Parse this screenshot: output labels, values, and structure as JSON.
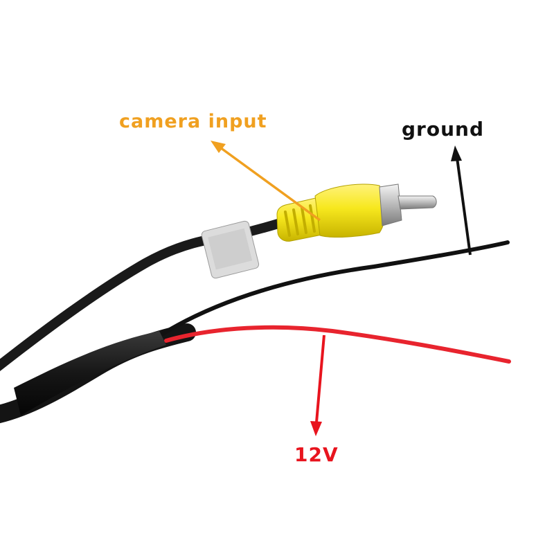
{
  "labels": {
    "camera_input": "camera input",
    "ground": "ground",
    "power": "12V"
  },
  "colors": {
    "camera_input": "#f0a020",
    "ground": "#111111",
    "power": "#e8141e",
    "rca_plug": "#f7e81e",
    "cable": "#1a1a1a",
    "red_wire": "#e8242e"
  }
}
